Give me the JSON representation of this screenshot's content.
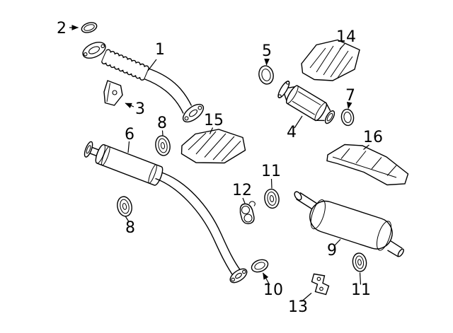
{
  "diagram": {
    "type": "exploded-parts-diagram",
    "subject": "vehicle-exhaust-system",
    "background_color": "#ffffff",
    "line_color": "#000000",
    "text_color": "#000000",
    "callouts": [
      {
        "num": "1",
        "part": "front-exhaust-pipe"
      },
      {
        "num": "2",
        "part": "seal-ring"
      },
      {
        "num": "3",
        "part": "mount-bracket"
      },
      {
        "num": "4",
        "part": "catalytic-converter"
      },
      {
        "num": "5",
        "part": "gasket"
      },
      {
        "num": "6",
        "part": "center-muffler-resonator"
      },
      {
        "num": "7",
        "part": "gasket"
      },
      {
        "num": "8",
        "part": "hanger-insulator-upper"
      },
      {
        "num": "8",
        "part": "hanger-insulator-lower"
      },
      {
        "num": "9",
        "part": "rear-muffler"
      },
      {
        "num": "10",
        "part": "flange-gasket"
      },
      {
        "num": "11",
        "part": "hanger-insulator-upper"
      },
      {
        "num": "11",
        "part": "hanger-insulator-lower"
      },
      {
        "num": "12",
        "part": "exhaust-hanger"
      },
      {
        "num": "13",
        "part": "support-bracket"
      },
      {
        "num": "14",
        "part": "heat-shield-upper"
      },
      {
        "num": "15",
        "part": "heat-shield-center"
      },
      {
        "num": "16",
        "part": "heat-shield-rear"
      }
    ]
  }
}
